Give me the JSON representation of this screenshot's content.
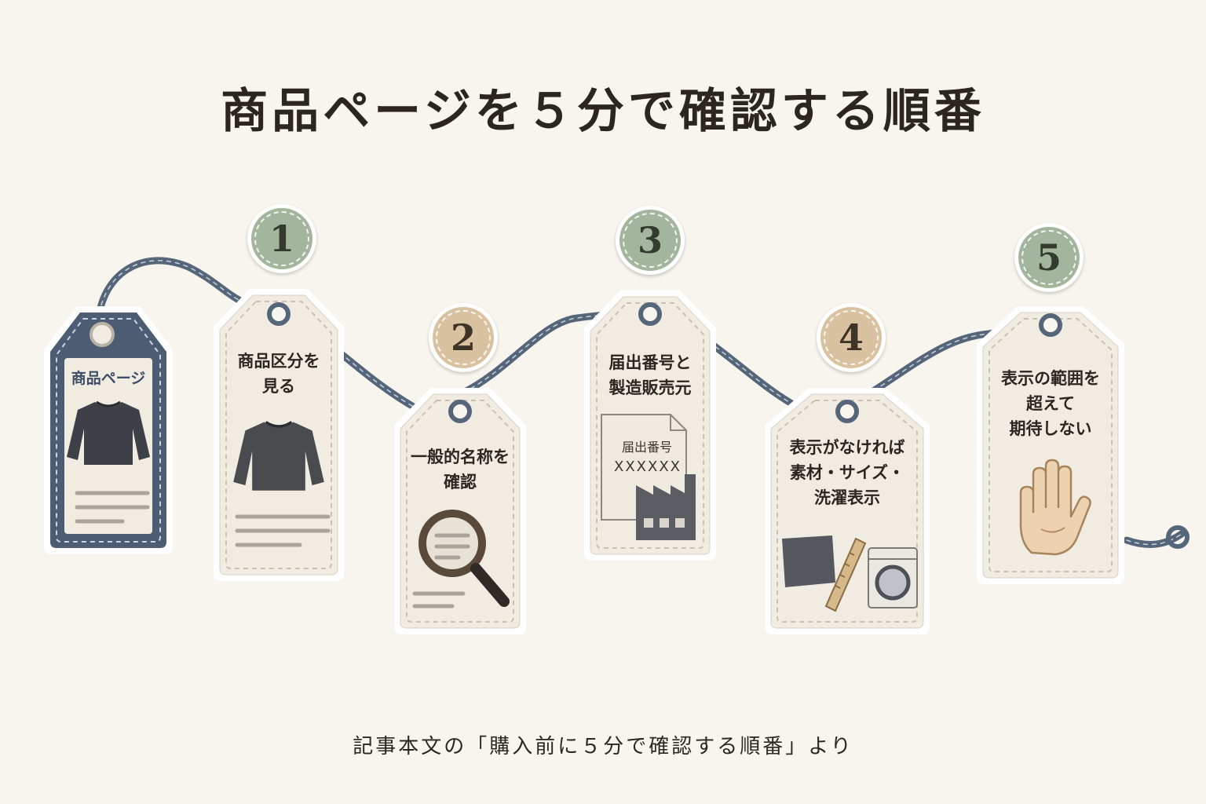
{
  "title": "商品ページを５分で確認する順番",
  "caption": "記事本文の「購入前に５分で確認する順番」より",
  "product_tag": {
    "label": "商品ページ"
  },
  "steps": [
    {
      "number": "1",
      "label": "商品区分を\n見る",
      "icon": "sweater-icon",
      "badge_color": "#a3b59d"
    },
    {
      "number": "2",
      "label": "一般的名称を\n確認",
      "icon": "magnifier-icon",
      "badge_color": "#d9c29f"
    },
    {
      "number": "3",
      "label": "届出番号と\n製造販売元",
      "icon": "document-factory-icon",
      "doc_title": "届出番号",
      "doc_code": "XXXXXX",
      "badge_color": "#a3b59d"
    },
    {
      "number": "4",
      "label": "表示がなければ\n素材・サイズ・\n洗濯表示",
      "icon": "fabric-ruler-washer-icon",
      "badge_color": "#d9c29f"
    },
    {
      "number": "5",
      "label": "表示の範囲を\n超えて\n期待しない",
      "icon": "stop-hand-icon",
      "badge_color": "#a3b59d"
    }
  ],
  "colors": {
    "background": "#f8f5ee",
    "tag_paper": "#f1ece1",
    "rope": "#56667a",
    "product_tag": "#4c5c72"
  }
}
